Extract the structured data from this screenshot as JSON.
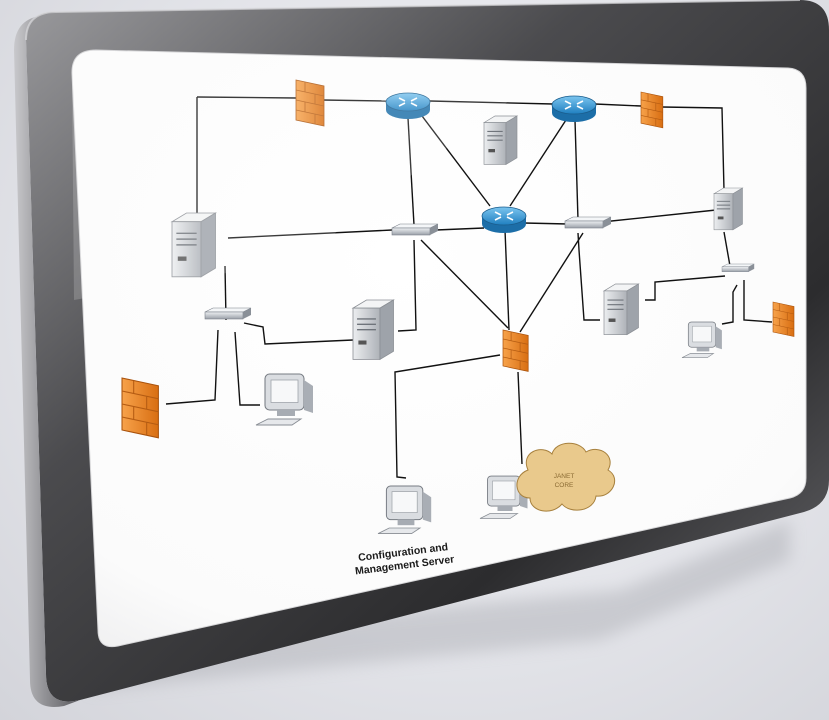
{
  "diagram": {
    "labels": {
      "config_server_line1": "Configuration and",
      "config_server_line2": "Management Server",
      "cloud_line1": "JANET",
      "cloud_line2": "CORE"
    },
    "colors": {
      "router": "#2e9bd6",
      "firewall": "#f08a24",
      "cloud": "#e9c98c",
      "switch": "#c9ced6",
      "server": "#cfd2d6",
      "link": "#111111"
    },
    "icons": [
      "router-icon",
      "firewall-icon",
      "switch-icon",
      "server-icon",
      "workstation-icon",
      "cloud-icon"
    ]
  }
}
